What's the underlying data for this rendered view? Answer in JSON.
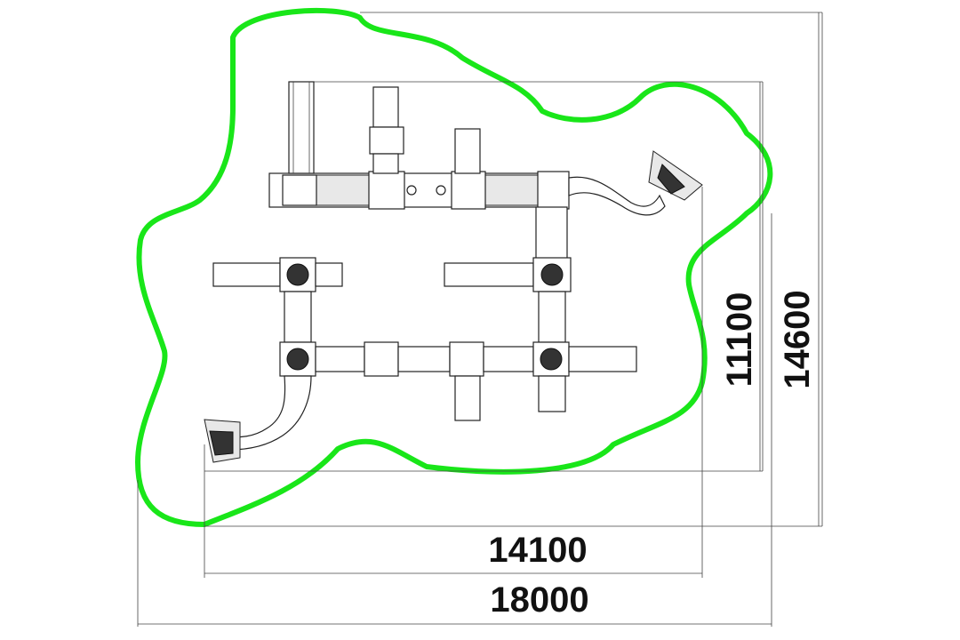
{
  "dimensions": {
    "inner_width": "14100",
    "outer_width": "18000",
    "inner_height": "11100",
    "outer_height": "14600"
  },
  "colors": {
    "safety_zone": "#19e619",
    "lines": "#222222",
    "text": "#111111"
  }
}
